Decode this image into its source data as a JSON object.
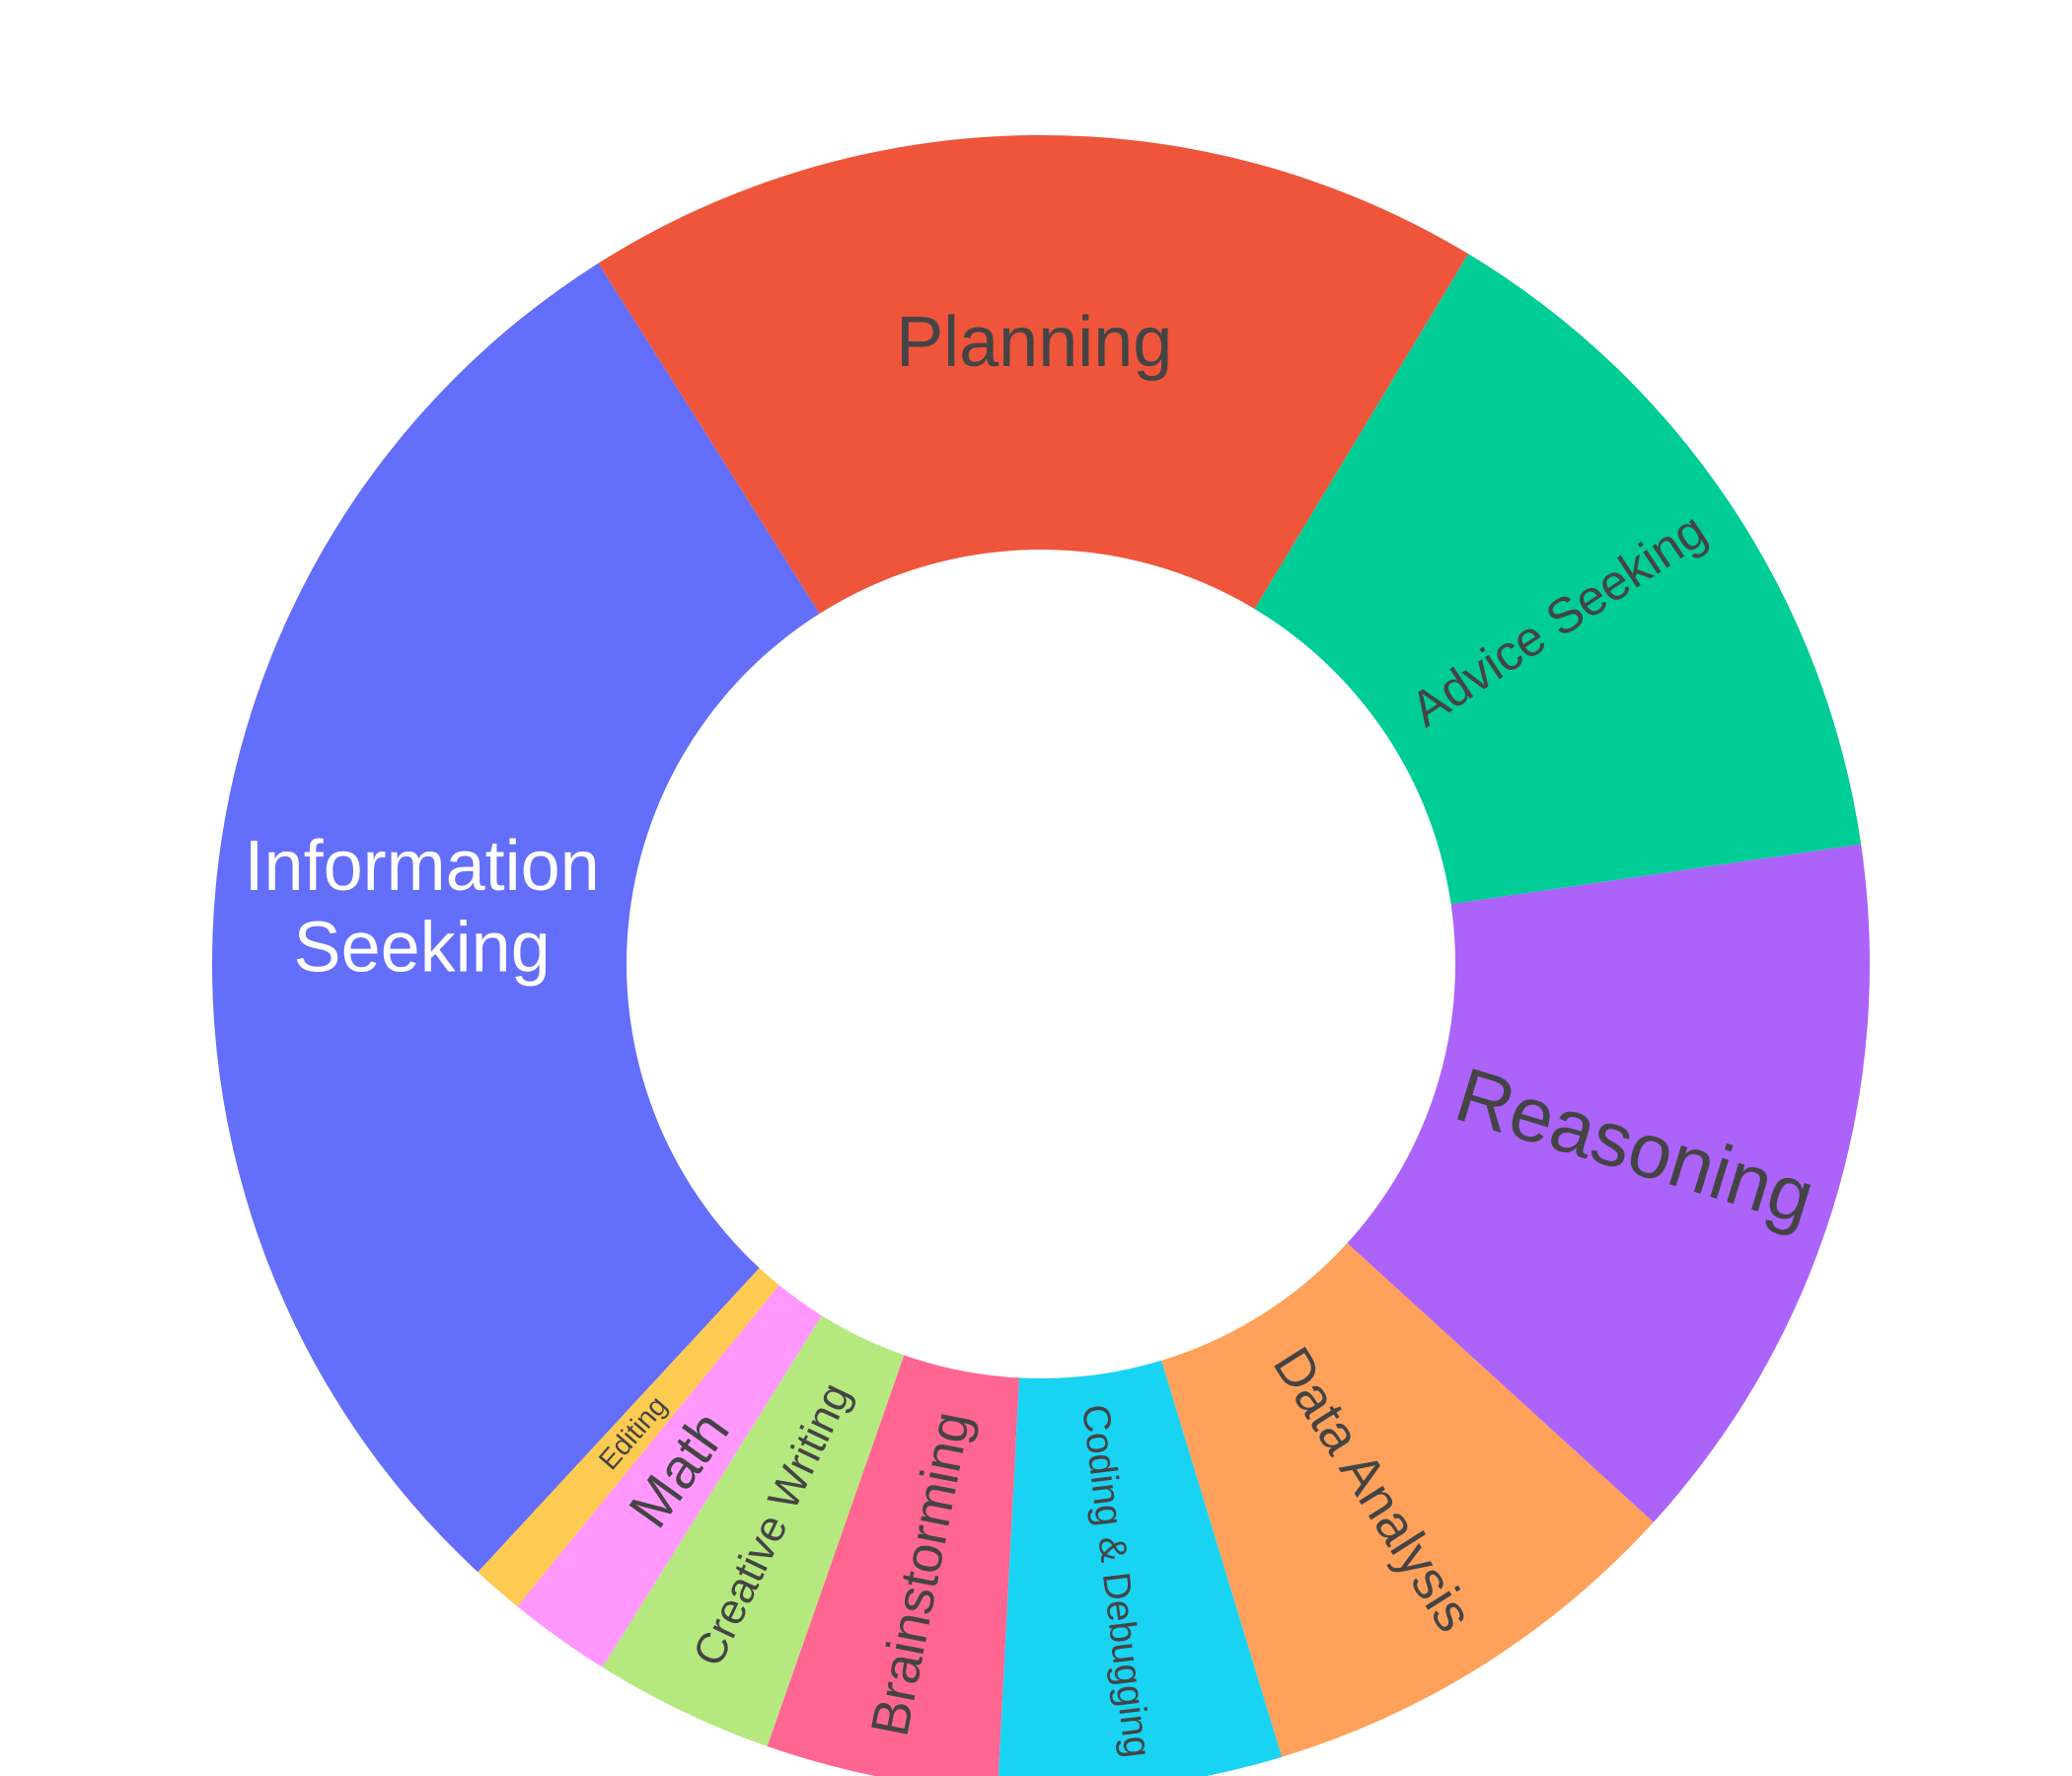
{
  "chart_data": {
    "type": "pie",
    "hole": 0.5,
    "direction": "clockwise",
    "legend": "none",
    "slices": [
      {
        "label": "Information Seeking",
        "value": 29.0,
        "color": "#636EFA",
        "text_color": "#FFFFFF"
      },
      {
        "label": "Planning",
        "value": 17.5,
        "color": "#EF553B",
        "text_color": "#444444"
      },
      {
        "label": "Advice Seeking",
        "value": 14.0,
        "color": "#00CC96",
        "text_color": "#444444"
      },
      {
        "label": "Reasoning",
        "value": 14.0,
        "color": "#AB63FA",
        "text_color": "#444444"
      },
      {
        "label": "Data Analysis",
        "value": 8.5,
        "color": "#FFA15A",
        "text_color": "#444444"
      },
      {
        "label": "Coding & Debugging",
        "value": 5.5,
        "color": "#19D3F3",
        "text_color": "#444444"
      },
      {
        "label": "Brainstorming",
        "value": 4.5,
        "color": "#FF6692",
        "text_color": "#444444"
      },
      {
        "label": "Creative Writing",
        "value": 3.5,
        "color": "#B6E880",
        "text_color": "#444444"
      },
      {
        "label": "Math",
        "value": 2.0,
        "color": "#FF97FF",
        "text_color": "#444444"
      },
      {
        "label": "Editing",
        "value": 1.0,
        "color": "#FECB52",
        "text_color": "#444444"
      }
    ]
  }
}
